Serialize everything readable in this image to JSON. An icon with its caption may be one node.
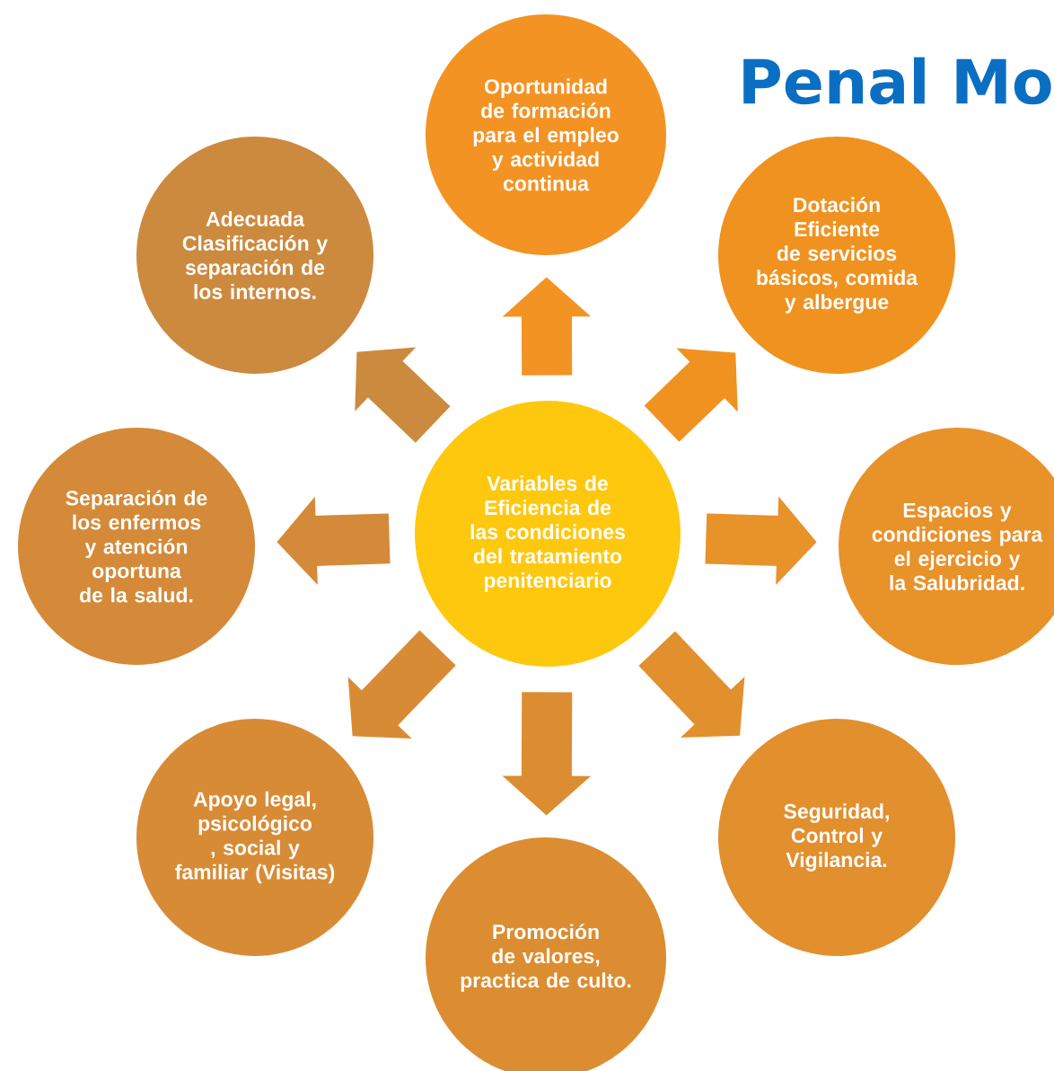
{
  "diagram": {
    "title": "Penal Mo",
    "nodes": [
      {
        "text": [
          "Variables de Eficiencia de las condiciones del tratamiento penitenciario"
        ]
      },
      {
        "text": [
          "Oportunidad de formación para el empleo y actividad continua"
        ]
      },
      {
        "text": [
          "Dotación Eficiente de servicios básicos, comida y albergue"
        ]
      },
      {
        "text": [
          "Espacios y condiciones para el ejercicio y la Salubridad."
        ]
      },
      {
        "text": [
          "Seguridad, Control y Vigilancia."
        ]
      },
      {
        "text": [
          "Promoción de valores, practica de culto."
        ]
      },
      {
        "text": [
          "Apoyo legal, psicológico , social y familiar (Visitas)"
        ]
      },
      {
        "text": [
          "Separación de los enfermos y atención oportuna de la salud."
        ]
      },
      {
        "text": [
          "Adecuada Clasificación y separación de los internos."
        ]
      }
    ],
    "edges": [
      {
        "from": 0,
        "to": 1,
        "arrow": "to"
      },
      {
        "from": 0,
        "to": 2,
        "arrow": "to"
      },
      {
        "from": 0,
        "to": 3,
        "arrow": "to"
      },
      {
        "from": 0,
        "to": 4,
        "arrow": "to"
      },
      {
        "from": 0,
        "to": 5,
        "arrow": "to"
      },
      {
        "from": 0,
        "to": 6,
        "arrow": "to"
      },
      {
        "from": 0,
        "to": 7,
        "arrow": "to"
      },
      {
        "from": 0,
        "to": 8,
        "arrow": "to"
      }
    ]
  }
}
